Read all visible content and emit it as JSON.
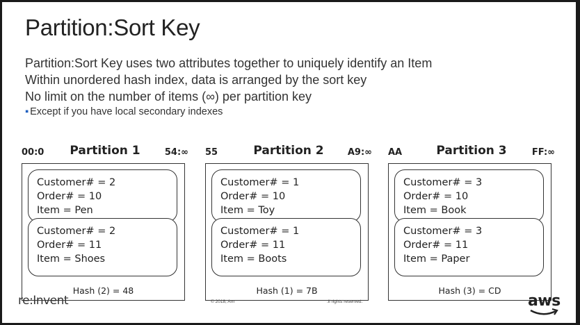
{
  "slide": {
    "title": "Partition:Sort Key",
    "bullets": [
      "Partition:Sort Key uses two attributes together to uniquely identify an Item",
      "Within unordered hash index, data is arranged by the sort key",
      "No limit on the number of items (∞) per partition key"
    ],
    "sub_bullet": "Except if you have local secondary indexes",
    "partitions": [
      {
        "start": "00:0",
        "name": "Partition 1",
        "end": "54:∞",
        "items": [
          {
            "customer": "Customer# = 2",
            "order": "Order# = 10",
            "item": "Item = Pen"
          },
          {
            "customer": "Customer# = 2",
            "order": "Order# = 11",
            "item": "Item = Shoes"
          }
        ],
        "hash": "Hash (2) =  48"
      },
      {
        "start": "55",
        "name": "Partition 2",
        "end": "A9:∞",
        "items": [
          {
            "customer": "Customer# = 1",
            "order": "Order# = 10",
            "item": "Item = Toy"
          },
          {
            "customer": "Customer# = 1",
            "order": "Order# = 11",
            "item": "Item = Boots"
          }
        ],
        "hash": "Hash (1) =  7B"
      },
      {
        "start": "AA",
        "name": "Partition 3",
        "end": "FF:∞",
        "items": [
          {
            "customer": "Customer# = 3",
            "order": "Order# = 10",
            "item": "Item = Book"
          },
          {
            "customer": "Customer# = 3",
            "order": "Order# = 11",
            "item": "Item = Paper"
          }
        ],
        "hash": "Hash (3) =  CD"
      }
    ],
    "footer": {
      "logo_text": "re:Invent",
      "copyright": "© 2018, Am",
      "rights": ".ll rights reserved.",
      "aws_logo": "aws"
    }
  }
}
